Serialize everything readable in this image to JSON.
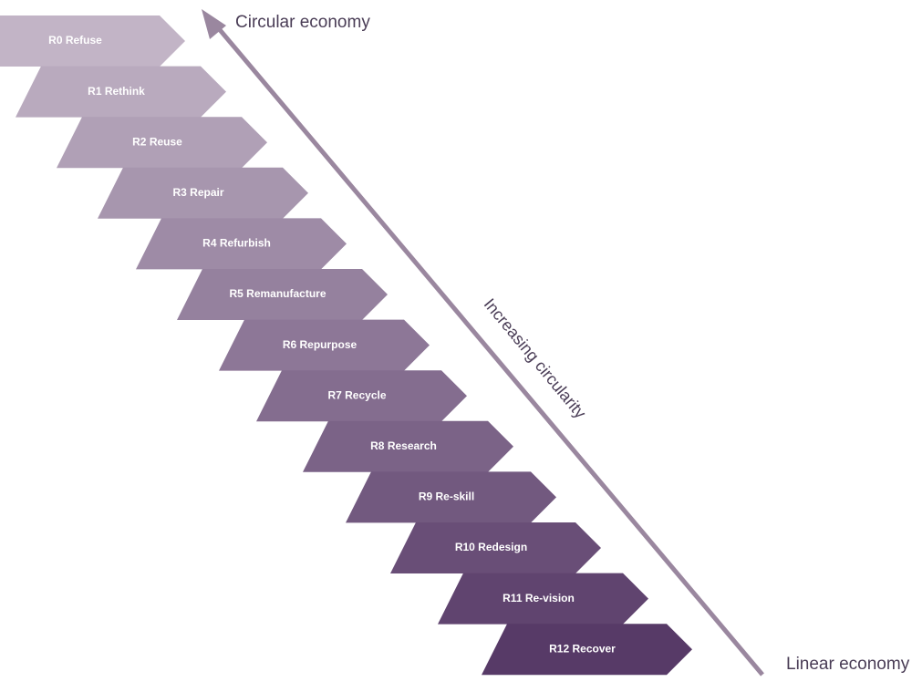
{
  "end_labels": {
    "top": "Circular economy",
    "bottom": "Linear economy"
  },
  "axis_label": "Increasing circularity",
  "colors": {
    "top_step": "#c2b4c6",
    "bottom_step": "#573a67",
    "axis_line": "#9a879f",
    "text": "#4a3d56"
  },
  "steps": [
    "R0 Refuse",
    "R1 Rethink",
    "R2 Reuse",
    "R3 Repair",
    "R4 Refurbish",
    "R5 Remanufacture",
    "R6 Repurpose",
    "R7 Recycle",
    "R8 Research",
    "R9 Re-skill",
    "R10 Redesign",
    "R11 Re-vision",
    "R12 Recover"
  ]
}
